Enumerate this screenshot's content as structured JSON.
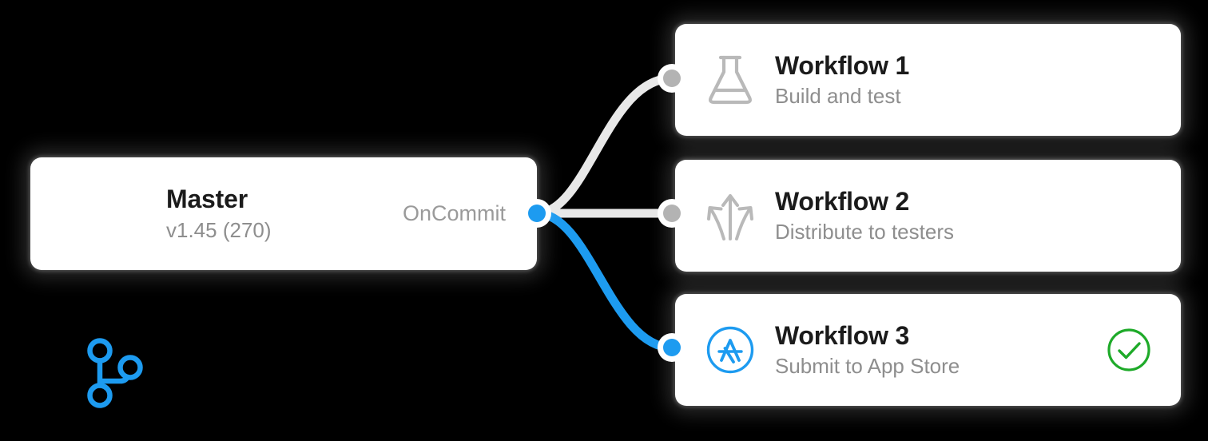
{
  "canvas": {
    "background": "#000000",
    "accent_blue": "#1d9bf0",
    "edge_gray": "#e8e8e8",
    "success_green": "#1eaa29",
    "icon_gray": "#b9b9b9",
    "subtitle_gray": "#8e8e8e",
    "title_color": "#1b1b1b"
  },
  "source_node": {
    "icon": "git-branch-icon",
    "title": "Master",
    "subtitle": "v1.45 (270)",
    "trigger_label": "OnCommit",
    "port": {
      "name": "source-output-port",
      "color": "#1d9bf0"
    }
  },
  "workflows": [
    {
      "id": "workflow-1",
      "icon": "flask-icon",
      "icon_color": "#b9b9b9",
      "title": "Workflow 1",
      "subtitle": "Build and test",
      "port": {
        "name": "workflow-1-input-port",
        "color": "#b3b3b3"
      },
      "status": null
    },
    {
      "id": "workflow-2",
      "icon": "distribute-arrows-icon",
      "icon_color": "#b9b9b9",
      "title": "Workflow 2",
      "subtitle": "Distribute to testers",
      "port": {
        "name": "workflow-2-input-port",
        "color": "#b3b3b3"
      },
      "status": null
    },
    {
      "id": "workflow-3",
      "icon": "app-store-icon",
      "icon_color": "#1d9bf0",
      "title": "Workflow 3",
      "subtitle": "Submit to App Store",
      "port": {
        "name": "workflow-3-input-port",
        "color": "#1d9bf0"
      },
      "status": {
        "name": "success-check-icon",
        "color": "#1eaa29"
      }
    }
  ],
  "edges": [
    {
      "name": "edge-master-to-workflow-1",
      "from": "source-output-port",
      "to": "workflow-1-input-port",
      "color": "#e8e8e8",
      "active": false
    },
    {
      "name": "edge-master-to-workflow-2",
      "from": "source-output-port",
      "to": "workflow-2-input-port",
      "color": "#e8e8e8",
      "active": false
    },
    {
      "name": "edge-master-to-workflow-3",
      "from": "source-output-port",
      "to": "workflow-3-input-port",
      "color": "#1d9bf0",
      "active": true
    }
  ]
}
